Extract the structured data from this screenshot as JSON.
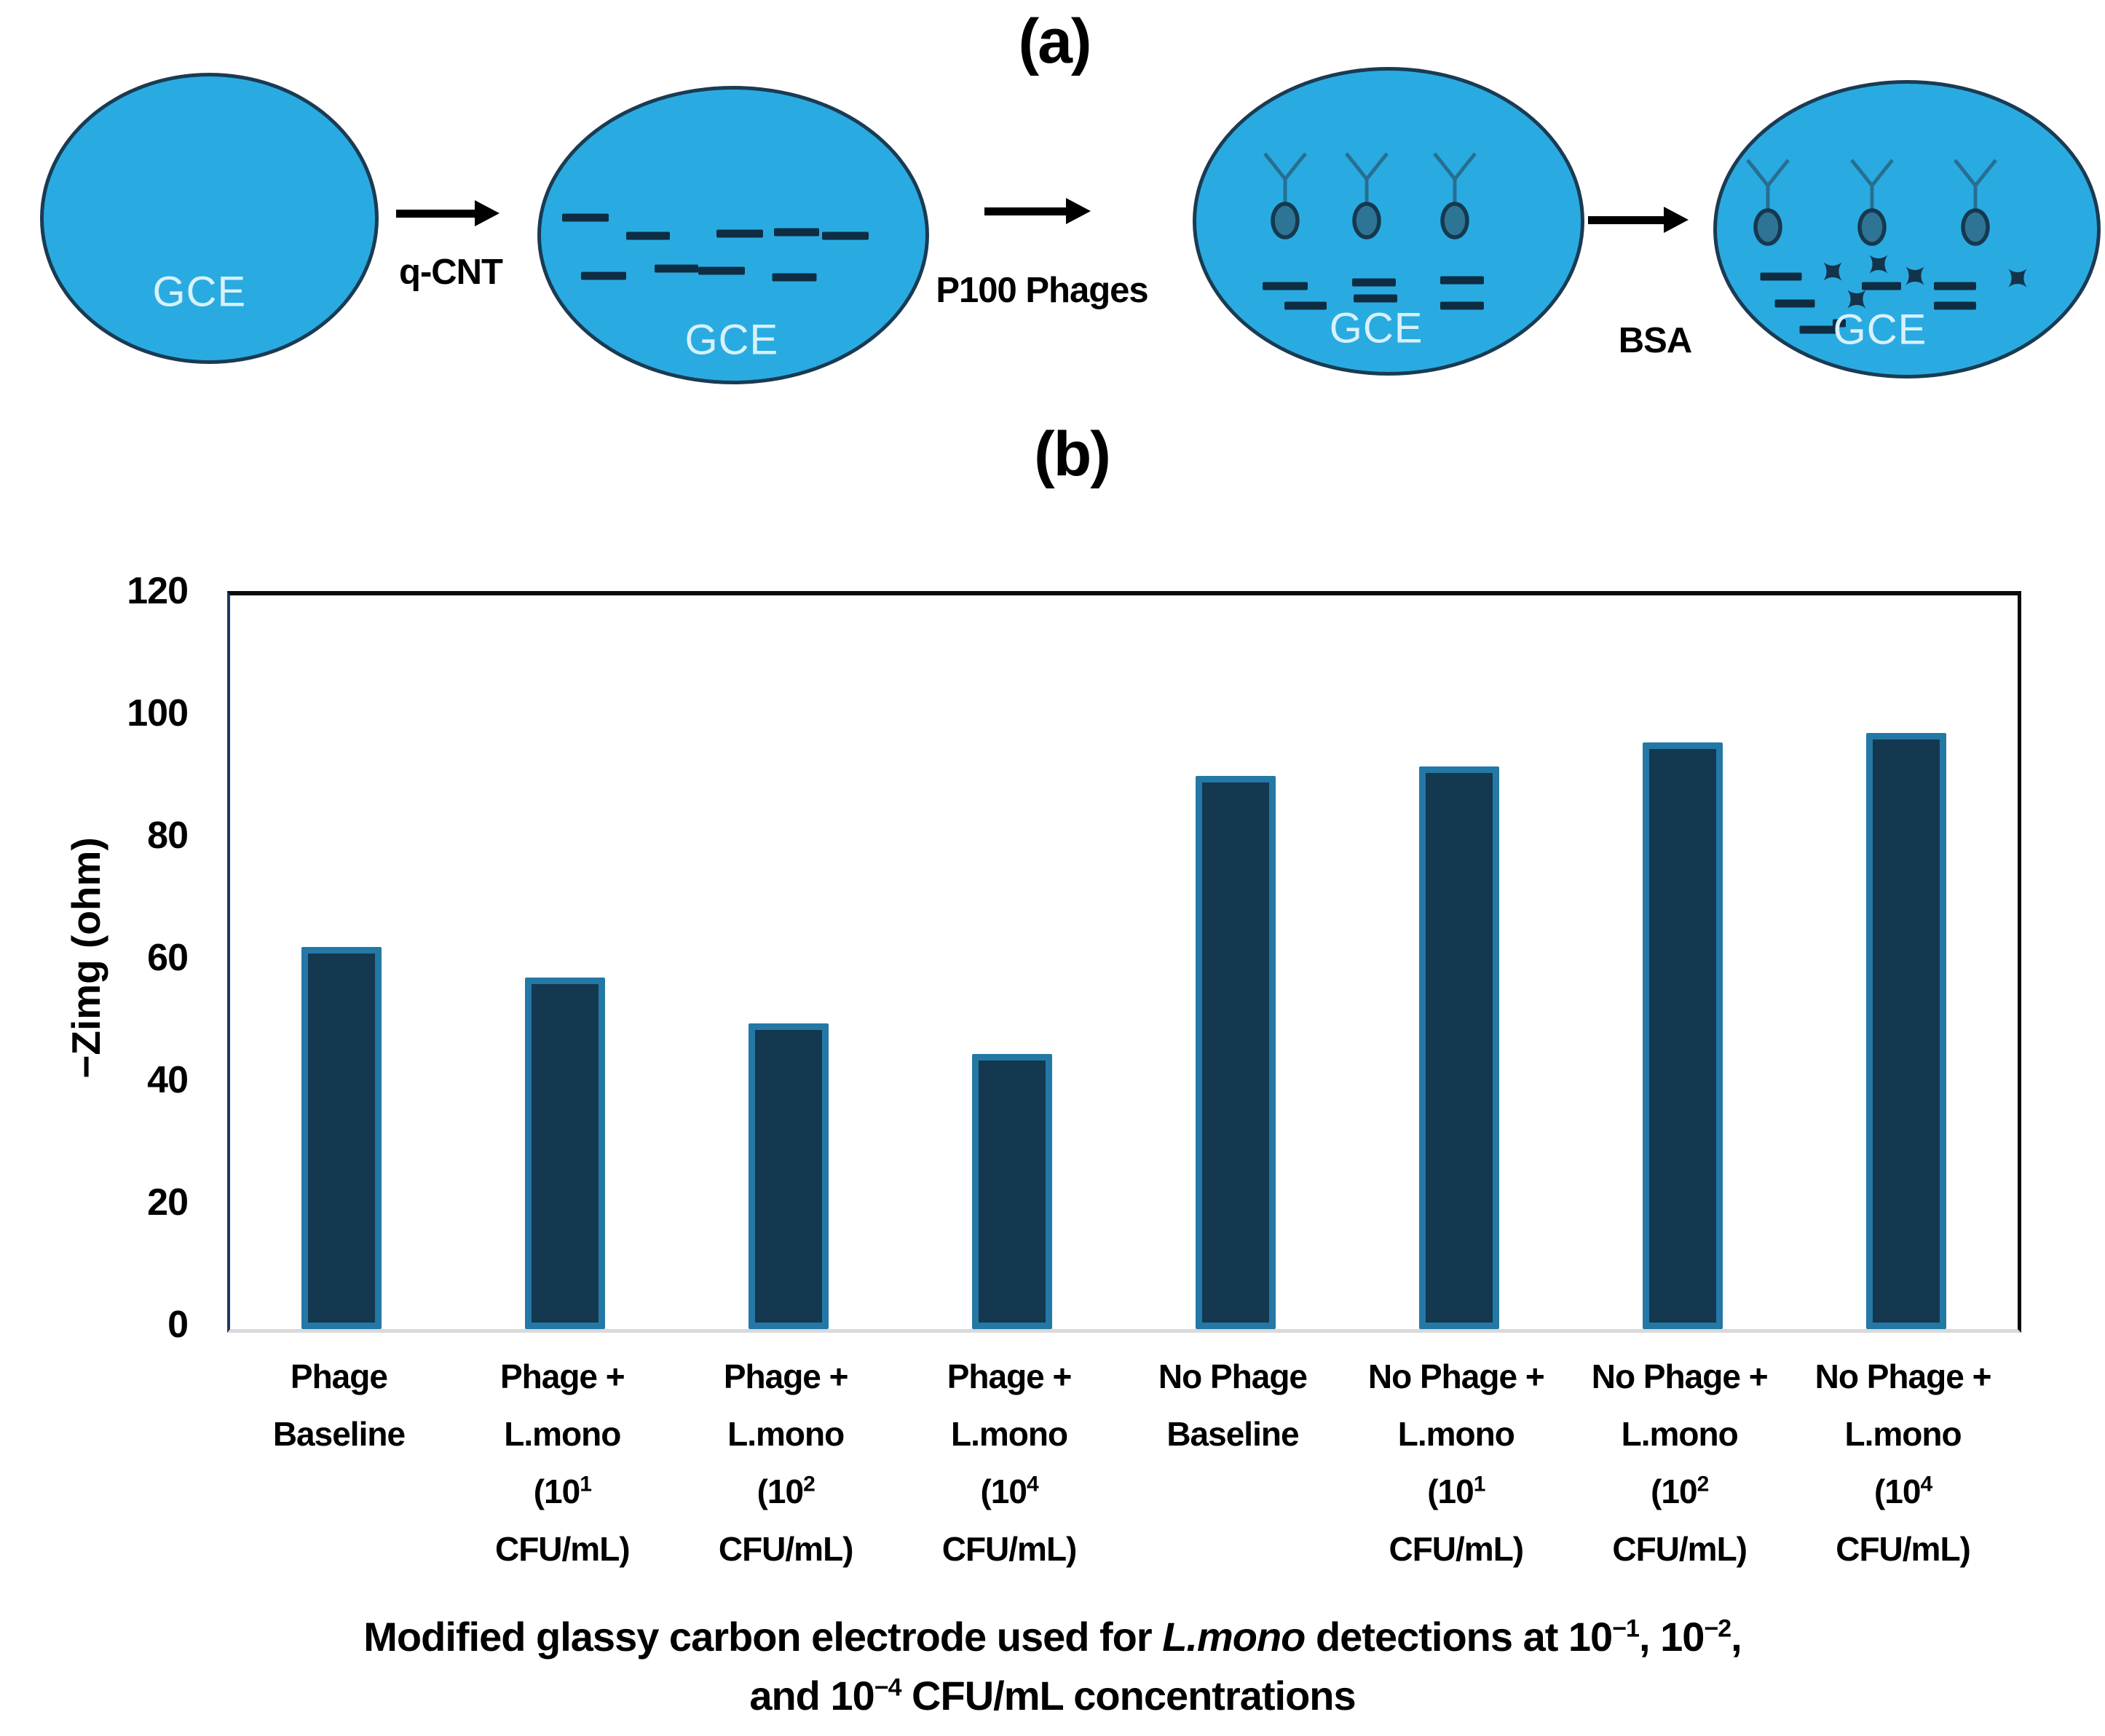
{
  "panels": {
    "a_label": "(a)",
    "b_label": "(b)"
  },
  "diagram": {
    "electrodes": [
      {
        "label": "GCE"
      },
      {
        "label": "GCE"
      },
      {
        "label": "GCE"
      },
      {
        "label": "GCE"
      }
    ],
    "arrow_labels": [
      "q-CNT",
      "P100 Phages",
      "BSA"
    ]
  },
  "chart_data": {
    "type": "bar",
    "title": "",
    "xlabel": "",
    "ylabel": "−Zimg (ohm)",
    "ylim": [
      0,
      120
    ],
    "yticks": [
      0,
      20,
      40,
      60,
      80,
      100,
      120
    ],
    "grid": false,
    "legend": null,
    "categories": [
      "Phage Baseline",
      "Phage + L.mono (10^1 CFU/mL)",
      "Phage + L.mono (10^2 CFU/mL)",
      "Phage + L.mono (10^4 CFU/mL)",
      "No Phage Baseline",
      "No Phage + L.mono (10^1 CFU/mL)",
      "No Phage + L.mono (10^2 CFU/mL)",
      "No Phage + L.mono (10^4 CFU/mL)"
    ],
    "category_lines": [
      [
        "Phage",
        "Baseline"
      ],
      [
        "Phage +",
        "L.mono",
        "(10^1",
        "CFU/mL)"
      ],
      [
        "Phage +",
        "L.mono",
        "(10^2",
        "CFU/mL)"
      ],
      [
        "Phage +",
        "L.mono",
        "(10^4",
        "CFU/mL)"
      ],
      [
        "No Phage",
        "Baseline"
      ],
      [
        "No Phage +",
        "L.mono",
        "(10^1",
        "CFU/mL)"
      ],
      [
        "No Phage +",
        "L.mono",
        "(10^2",
        "CFU/mL)"
      ],
      [
        "No Phage +",
        "L.mono",
        "(10^4",
        "CFU/mL)"
      ]
    ],
    "values": [
      62.5,
      57.5,
      50,
      45,
      90.5,
      92,
      96,
      97.5
    ]
  },
  "caption": {
    "line1": [
      {
        "t": "Modified glassy carbon electrode used for "
      },
      {
        "t": "L.mono",
        "style": "italic"
      },
      {
        "t": " detections at 10"
      },
      {
        "t": "−1",
        "style": "sup"
      },
      {
        "t": ", 10"
      },
      {
        "t": "−2",
        "style": "sup"
      },
      {
        "t": ","
      }
    ],
    "line2": [
      {
        "t": "and 10"
      },
      {
        "t": "−4",
        "style": "sup"
      },
      {
        "t": " CFU/mL concentrations"
      }
    ]
  },
  "colors": {
    "electrode_fill": "#29ABE2",
    "electrode_border": "#1A3B52",
    "cnt_dash": "#0E2D42",
    "phage_outline": "#276F90",
    "phage_body": "#2E7494",
    "phage_body_border": "#16384E",
    "bsa": "#13344A",
    "gce_text": "#D8F1FC",
    "bar_fill": "#14384F",
    "bar_border": "#2478A6",
    "axis_line": "#1F3864",
    "baseline": "#D9D9D9",
    "plot_border": "#0B0B0B"
  }
}
